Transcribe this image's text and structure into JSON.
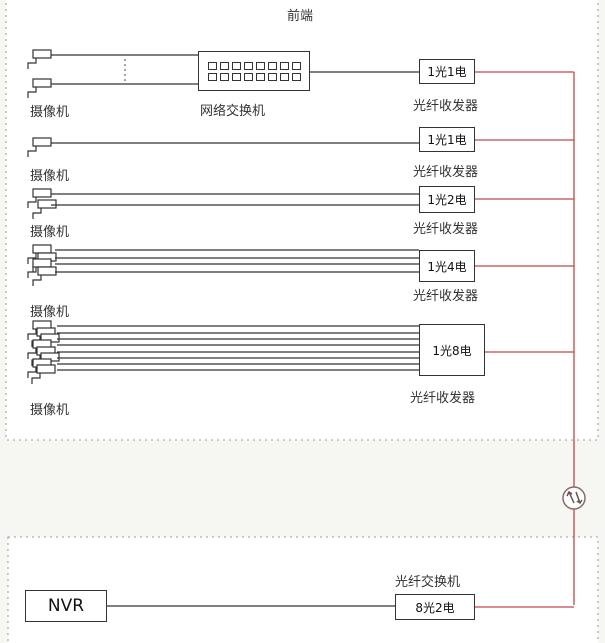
{
  "front_label": "前端",
  "camera_label": "摄像机",
  "switch_label": "网络交换机",
  "transceiver_label": "光纤收发器",
  "rows": [
    {
      "module": "1光1电",
      "cameras": 2
    },
    {
      "module": "1光1电",
      "cameras": 1
    },
    {
      "module": "1光2电",
      "cameras": 2
    },
    {
      "module": "1光4电",
      "cameras": 4
    },
    {
      "module": "1光8电",
      "cameras": 8
    }
  ],
  "fiber_switch_label": "光纤交换机",
  "fiber_switch_module": "8光2电",
  "nvr_label": "NVR",
  "colors": {
    "fiber": "#c0484a",
    "line": "#333333"
  }
}
